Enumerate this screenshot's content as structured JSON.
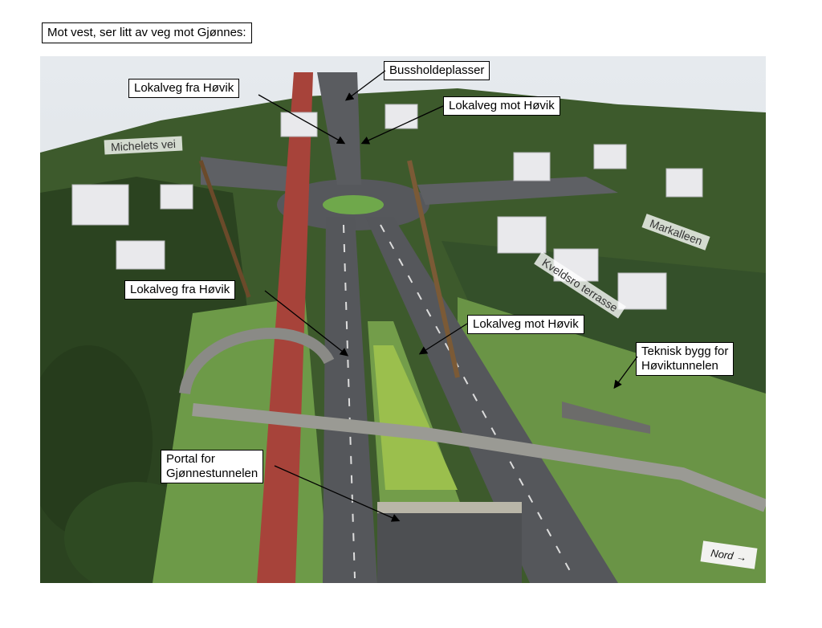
{
  "caption": "Mot vest, ser litt av veg mot Gjønnes:",
  "callouts": {
    "bussholdeplasser": "Bussholdeplasser",
    "lokalveg_fra_hovik_top": "Lokalveg fra Høvik",
    "lokalveg_mot_hovik_top": "Lokalveg mot Høvik",
    "lokalveg_fra_hovik_mid": "Lokalveg fra Høvik",
    "lokalveg_mot_hovik_mid": "Lokalveg mot Høvik",
    "teknisk_bygg_line1": "Teknisk bygg for",
    "teknisk_bygg_line2": "Høviktunnelen",
    "portal_line1": "Portal for",
    "portal_line2": "Gjønnestunnelen"
  },
  "places": {
    "michelets_vei": "Michelets vei",
    "markalleen": "Markalleen",
    "kveldsro_terrasse": "Kveldsro terrasse"
  },
  "compass": {
    "label": "Nord",
    "arrow": "→",
    "icon": "compass-arrow-icon"
  },
  "colors": {
    "grass": "#6f9a4a",
    "trees": "#2f4a22",
    "road": "#5a5c60",
    "bike_lane": "#a7433a",
    "sky": "#e9edf2"
  }
}
